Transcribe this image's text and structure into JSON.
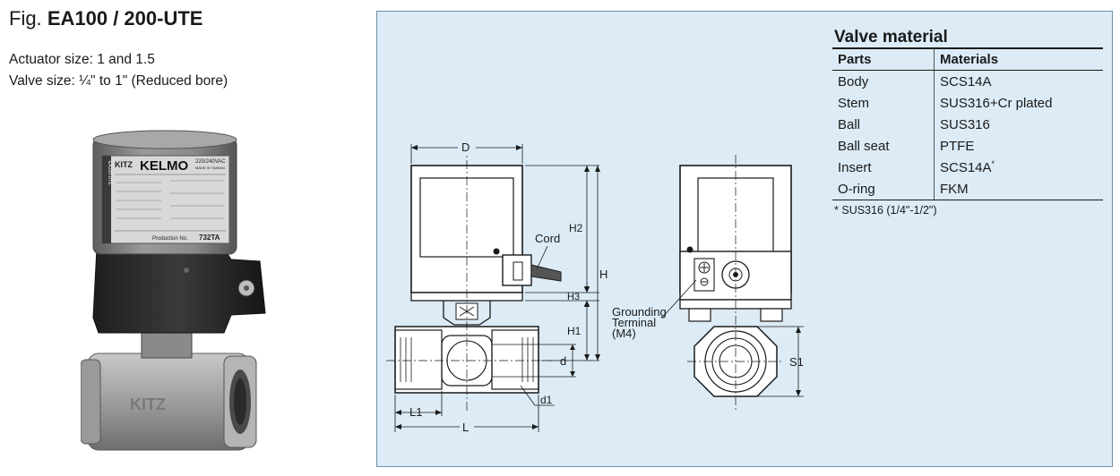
{
  "figure": {
    "prefix": "Fig.",
    "model": "EA100 / 200-UTE",
    "actuator_size": "Actuator size: 1 and 1.5",
    "valve_size": "Valve size: ¼\" to 1\" (Reduced bore)"
  },
  "photo": {
    "brand": "KITZ",
    "product": "KELMO",
    "voltage": "220/240VAC",
    "made_in": "MADE IN TAIWAN",
    "production_no_label": "Production No.",
    "production_no": "732TA",
    "body_mark": "KITZ",
    "side_mark": "EA100-UTE"
  },
  "drawing": {
    "labels": {
      "d_top": "D",
      "h2": "H2",
      "h": "H",
      "h3": "H3",
      "h1": "H1",
      "d": "d",
      "d1": "d1",
      "l1": "L1",
      "l": "L",
      "s1": "S1",
      "cord": "Cord",
      "grounding_1": "Grounding",
      "grounding_2": "Terminal",
      "grounding_3": "(M4)"
    }
  },
  "valve_material": {
    "title": "Valve material",
    "headers": [
      "Parts",
      "Materials"
    ],
    "rows": [
      [
        "Body",
        "SCS14A"
      ],
      [
        "Stem",
        "SUS316+Cr plated"
      ],
      [
        "Ball",
        "SUS316"
      ],
      [
        "Ball seat",
        "PTFE"
      ],
      [
        "Insert",
        "SCS14A"
      ],
      [
        "O-ring",
        "FKM"
      ]
    ],
    "insert_mark": "*",
    "note_mark": "*",
    "note": "SUS316 (1/4\"-1/2\")"
  },
  "colors": {
    "panel_bg": "#dcebf6",
    "panel_border": "#6f8fa8",
    "actuator_cap": "#8c8c8c",
    "actuator_base": "#2b2b2b",
    "valve_body": "#a7a7a7"
  }
}
